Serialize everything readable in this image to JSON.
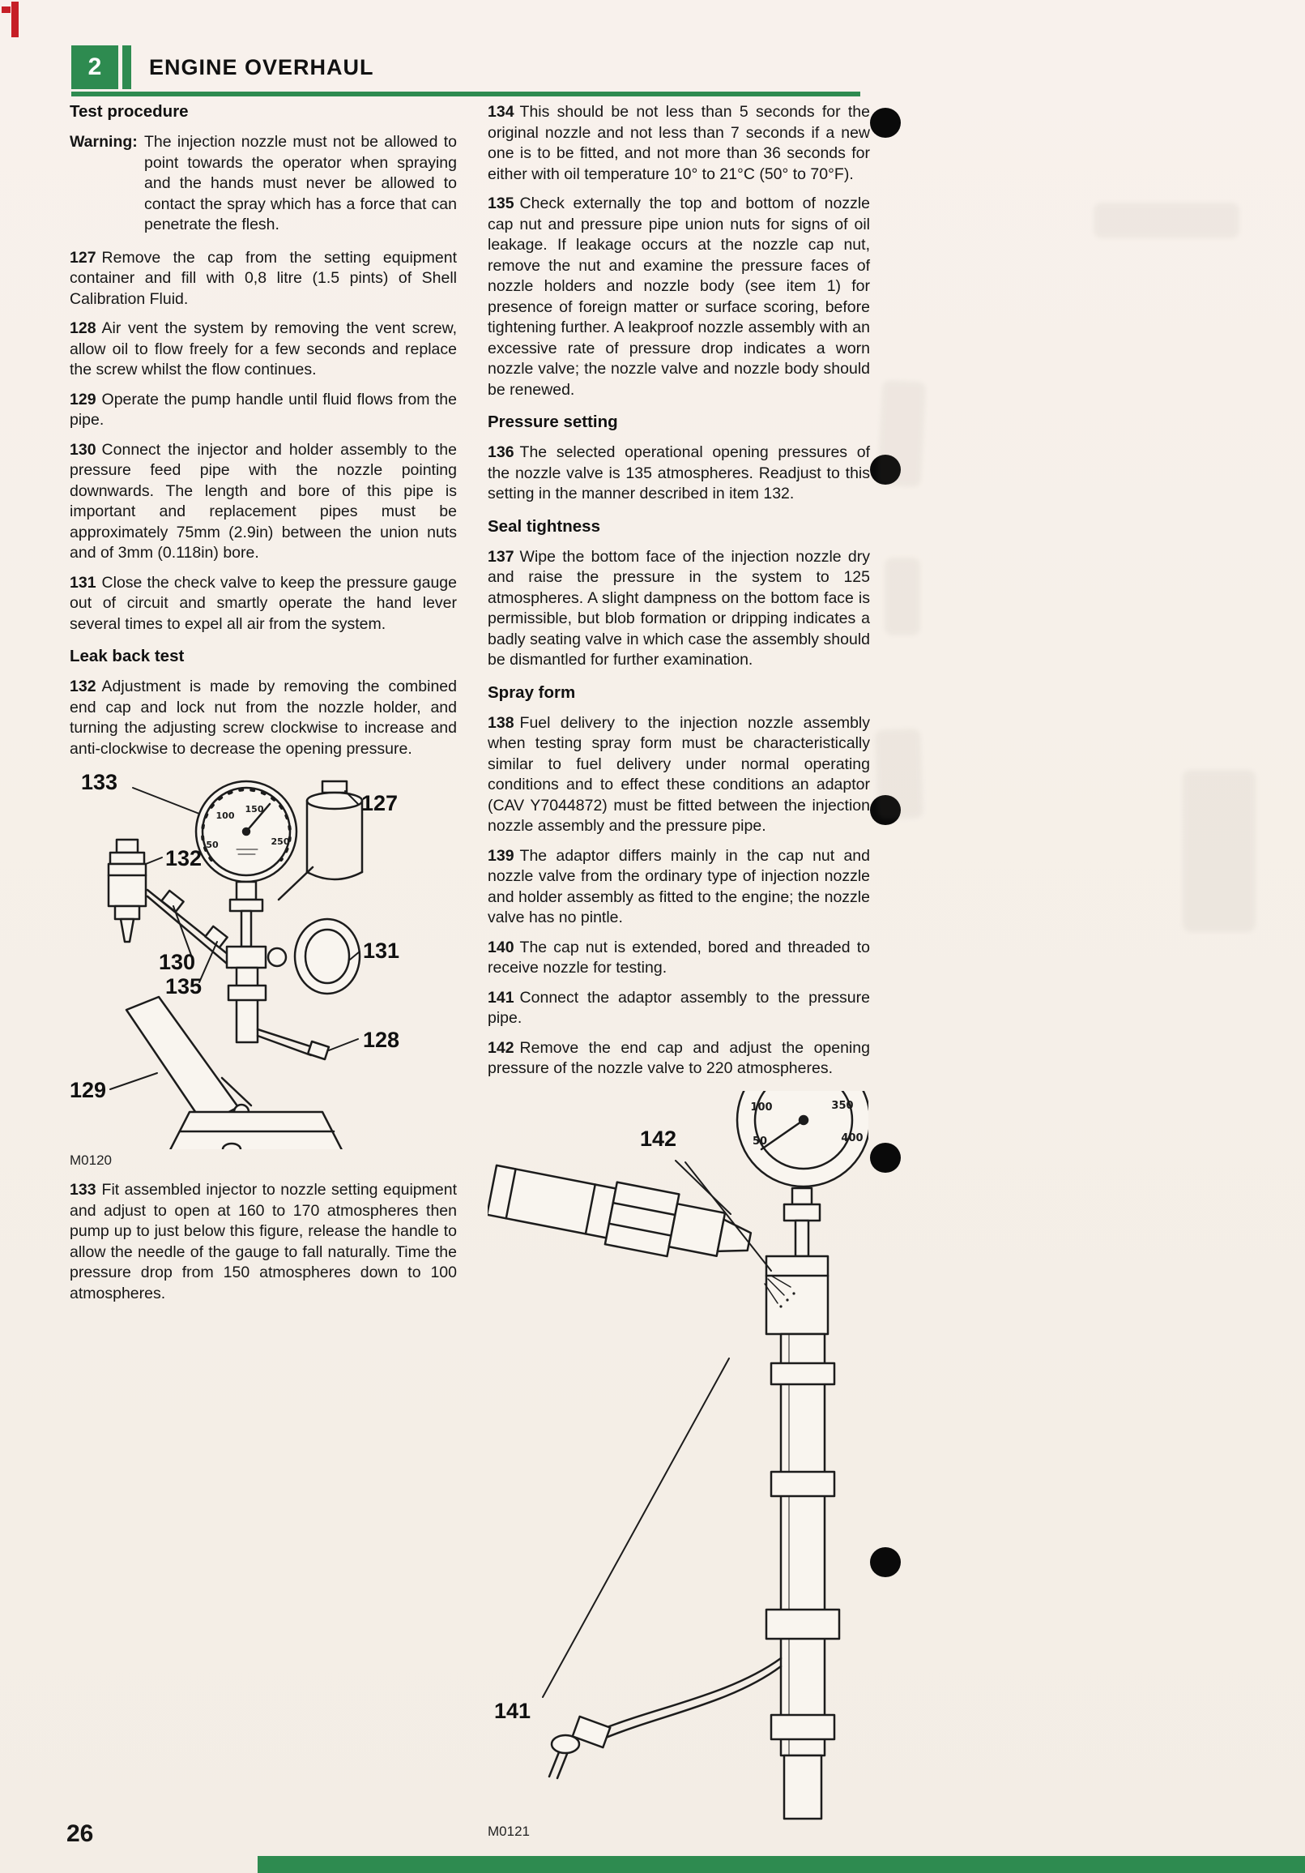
{
  "page": {
    "accent_green": "#2e8b50",
    "page_number": "26"
  },
  "header": {
    "chapter_number": "2",
    "title": "ENGINE OVERHAUL"
  },
  "left": {
    "heading_test": "Test procedure",
    "warning": {
      "label": "Warning:",
      "text": "The injection nozzle must not be allowed to point towards the operator when spraying and the hands must never be allowed to contact the spray which has a force that can penetrate the flesh."
    },
    "p127": {
      "num": "127",
      "text": "Remove the cap from the setting equipment container and fill with 0,8 litre (1.5 pints) of Shell Calibration Fluid."
    },
    "p128": {
      "num": "128",
      "text": "Air vent the system by removing the vent screw, allow oil to flow freely for a few seconds and replace the screw whilst the flow continues."
    },
    "p129": {
      "num": "129",
      "text": "Operate the pump handle until fluid flows from the pipe."
    },
    "p130": {
      "num": "130",
      "text": "Connect the injector and holder assembly to the pressure feed pipe with the nozzle pointing downwards. The length and bore of this pipe is important and replacement pipes must be approximately 75mm (2.9in) between the union nuts and of 3mm (0.118in) bore."
    },
    "p131": {
      "num": "131",
      "text": "Close the check valve to keep the pressure gauge out of circuit and smartly operate the hand lever several times to expel all air from the system."
    },
    "heading_leak": "Leak back test",
    "p132": {
      "num": "132",
      "text": "Adjustment is made by removing the combined end cap and lock nut from the nozzle holder, and turning the adjusting screw clockwise to increase and anti-clockwise to decrease the opening pressure."
    },
    "p133": {
      "num": "133",
      "text": "Fit assembled injector to nozzle setting equipment and adjust to open at 160 to 170 atmospheres then pump up to just below this figure, release the handle to allow the needle of the gauge to fall naturally. Time the pressure drop from 150 atmospheres down to 100 atmospheres."
    }
  },
  "right": {
    "p134": {
      "num": "134",
      "text": "This should be not less than 5 seconds for the original nozzle and not less than 7 seconds if a new one is to be fitted, and not more than 36 seconds for either with oil temperature 10° to 21°C (50° to 70°F)."
    },
    "p135": {
      "num": "135",
      "text": "Check externally the top and bottom of nozzle cap nut and pressure pipe union nuts for signs of oil leakage. If leakage occurs at the nozzle cap nut, remove the nut and examine the pressure faces of nozzle holders and nozzle body (see item 1) for presence of foreign matter or surface scoring, before tightening further. A leakproof nozzle assembly with an excessive rate of pressure drop indicates a worn nozzle valve; the nozzle valve and nozzle body should be renewed."
    },
    "heading_pressure": "Pressure setting",
    "p136": {
      "num": "136",
      "text": "The selected operational opening pressures of the nozzle valve is 135 atmospheres. Readjust to this setting in the manner described in item 132."
    },
    "heading_seal": "Seal tightness",
    "p137": {
      "num": "137",
      "text": "Wipe the bottom face of the injection nozzle dry and raise the pressure in the system to 125 atmospheres. A slight dampness on the bottom face is permissible,  but blob formation or dripping indicates a badly seating valve in which case the assembly should be dismantled for further examination."
    },
    "heading_spray": "Spray form",
    "p138": {
      "num": "138",
      "text": "Fuel delivery to the injection nozzle assembly when testing spray form must be characteristically similar to fuel delivery under normal operating conditions and to effect these conditions an adaptor (CAV Y7044872) must be fitted between the injection nozzle assembly and the pressure pipe."
    },
    "p139": {
      "num": "139",
      "text": "The adaptor differs mainly in the cap nut and nozzle valve from the ordinary type of injection nozzle and holder assembly as fitted to the engine; the nozzle valve has no pintle."
    },
    "p140": {
      "num": "140",
      "text": "The cap nut is extended, bored and threaded to receive nozzle for testing."
    },
    "p141": {
      "num": "141",
      "text": "Connect the adaptor assembly to the pressure pipe."
    },
    "p142": {
      "num": "142",
      "text": "Remove the end cap and adjust the opening pressure of the nozzle valve to 220 atmospheres."
    }
  },
  "figure1": {
    "caption": "M0120",
    "labels": {
      "l133": "133",
      "l127": "127",
      "l132": "132",
      "l131": "131",
      "l130": "130",
      "l135": "135",
      "l128": "128",
      "l129": "129"
    },
    "gauge": {
      "n50": "50",
      "n100": "100",
      "n150": "150",
      "n250": "250"
    }
  },
  "figure2": {
    "caption": "M0121",
    "labels": {
      "l142": "142",
      "l141": "141"
    },
    "gauge": {
      "n100": "100",
      "n350": "350",
      "n50": "50",
      "n400": "400"
    }
  }
}
